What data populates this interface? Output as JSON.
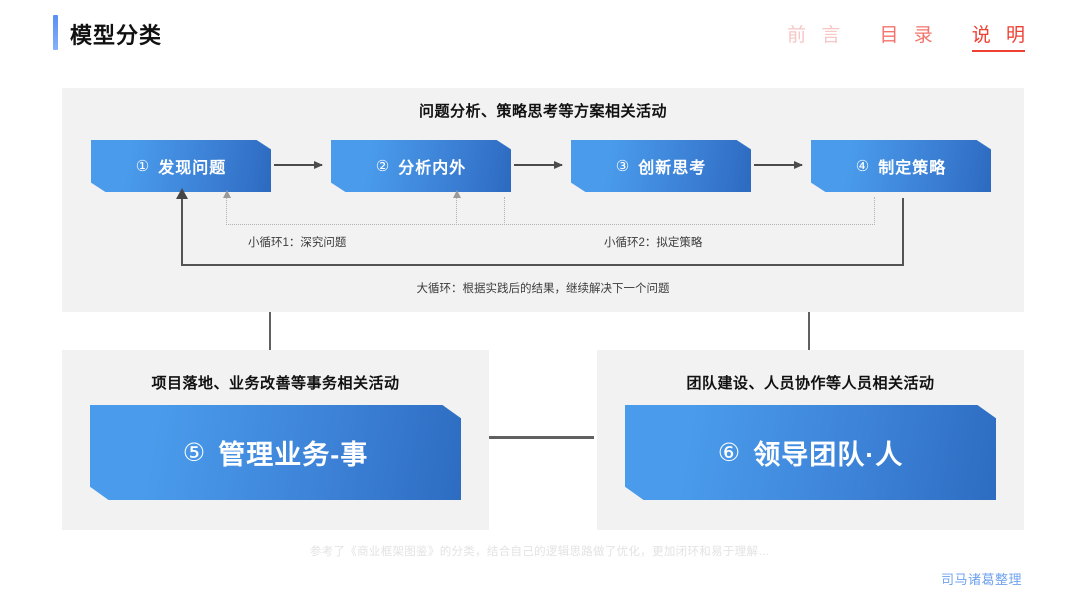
{
  "header": {
    "title": "模型分类",
    "nav": [
      {
        "label": "前 言",
        "state": "dim"
      },
      {
        "label": "目 录",
        "state": "mid"
      },
      {
        "label": "说 明",
        "state": "active"
      }
    ]
  },
  "top_panel": {
    "title": "问题分析、策略思考等方案相关活动",
    "steps": [
      {
        "num": "①",
        "label": "发现问题"
      },
      {
        "num": "②",
        "label": "分析内外"
      },
      {
        "num": "③",
        "label": "创新思考"
      },
      {
        "num": "④",
        "label": "制定策略"
      }
    ],
    "loops": {
      "small_1": "小循环1：深究问题",
      "small_2": "小循环2：拟定策略",
      "big": "大循环：根据实践后的结果，继续解决下一个问题"
    }
  },
  "bottom_panels": [
    {
      "title": "项目落地、业务改善等事务相关活动",
      "num": "⑤",
      "label": "管理业务-事"
    },
    {
      "title": "团队建设、人员协作等人员相关活动",
      "num": "⑥",
      "label": "领导团队·人"
    }
  ],
  "footer": {
    "footnote": "参考了《商业框架图鉴》的分类，结合自己的逻辑思路做了优化，更加闭环和易于理解…",
    "watermark": "司马诸葛整理"
  },
  "colors": {
    "accent_blue": "#5b8ef4",
    "box_blue_light": "#4a9beb",
    "box_blue_dark": "#2d6ac0",
    "nav_active_red": "#ef4034",
    "panel_bg": "#f2f2f2",
    "connector_gray": "#545454"
  }
}
